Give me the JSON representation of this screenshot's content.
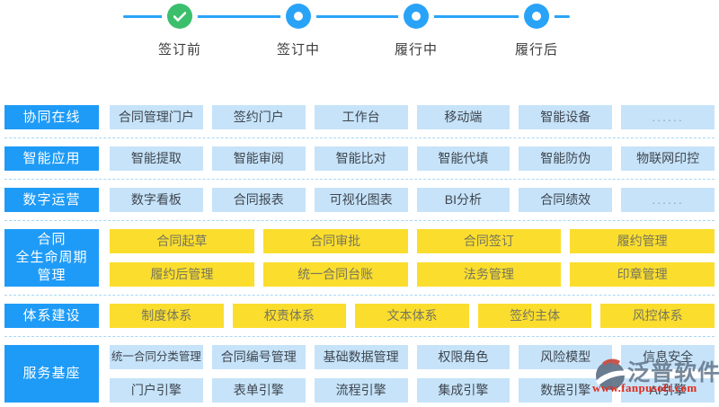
{
  "stepper": {
    "steps": [
      {
        "id": "pre-sign",
        "label": "签订前",
        "state": "done",
        "icon": "check-icon"
      },
      {
        "id": "signing",
        "label": "签订中",
        "state": "todo",
        "icon": "dot-icon"
      },
      {
        "id": "performing",
        "label": "履行中",
        "state": "todo",
        "icon": "dot-icon"
      },
      {
        "id": "post-perform",
        "label": "履行后",
        "state": "todo",
        "icon": "dot-icon"
      }
    ]
  },
  "rows": [
    {
      "id": "collab-online",
      "style": "blue",
      "label_lines": [
        "协同在线"
      ],
      "item_rows": [
        [
          "合同管理门户",
          "签约门户",
          "工作台",
          "移动端",
          "智能设备",
          "......"
        ]
      ]
    },
    {
      "id": "smart-apps",
      "style": "blue",
      "label_lines": [
        "智能应用"
      ],
      "item_rows": [
        [
          "智能提取",
          "智能审阅",
          "智能比对",
          "智能代填",
          "智能防伪",
          "物联网印控"
        ]
      ]
    },
    {
      "id": "digital-ops",
      "style": "blue",
      "label_lines": [
        "数字运营"
      ],
      "item_rows": [
        [
          "数字看板",
          "合同报表",
          "可视化图表",
          "BI分析",
          "合同绩效",
          "......"
        ]
      ]
    },
    {
      "id": "contract-lifecycle",
      "style": "yellow",
      "label_lines": [
        "合同",
        "全生命周期",
        "管理"
      ],
      "item_rows": [
        [
          "合同起草",
          "合同审批",
          "合同签订",
          "履约管理"
        ],
        [
          "履约后管理",
          "统一合同台账",
          "法务管理",
          "印章管理"
        ]
      ]
    },
    {
      "id": "system-building",
      "style": "yellow",
      "label_lines": [
        "体系建设"
      ],
      "item_rows": [
        [
          "制度体系",
          "权责体系",
          "文本体系",
          "签约主体",
          "风控体系"
        ]
      ]
    },
    {
      "id": "service-base",
      "style": "blue",
      "label_lines": [
        "服务基座"
      ],
      "item_rows": [
        [
          "统一合同分类管理",
          "合同编号管理",
          "基础数据管理",
          "权限角色",
          "风险模型",
          "信息安全"
        ],
        [
          "门户引擎",
          "表单引擎",
          "流程引擎",
          "集成引擎",
          "数据引擎",
          "AI引擎"
        ]
      ]
    }
  ],
  "watermark": {
    "brand": "泛普软件",
    "url": "www.fanpusoft.com"
  },
  "colors": {
    "accent_blue": "#1E9BF7",
    "stepper_blue": "#29A3F8",
    "done_green": "#3CBF6C",
    "item_light_blue": "#C6E3F9",
    "item_yellow": "#FBDD2E",
    "dashed_line": "#A5D7F5",
    "watermark_red": "#E02B1D",
    "watermark_slate": "#64778C"
  }
}
